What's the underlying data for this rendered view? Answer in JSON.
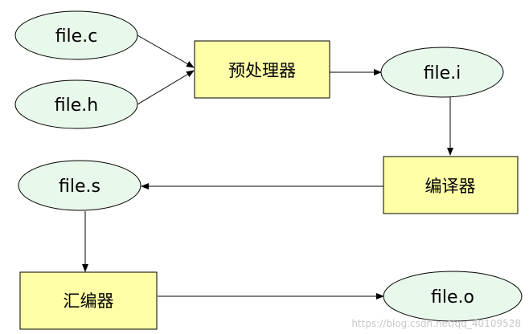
{
  "diagram": {
    "nodes": {
      "file_c": "file.c",
      "file_h": "file.h",
      "preprocessor": "预处理器",
      "file_i": "file.i",
      "compiler": "编译器",
      "file_s": "file.s",
      "assembler": "汇编器",
      "file_o": "file.o"
    }
  },
  "watermark": "https://blog.csdn.net/qq_40109528",
  "colors": {
    "ellipse_fill": "#e8f8ea",
    "box_fill": "#ffffa8",
    "stroke": "#000000"
  }
}
